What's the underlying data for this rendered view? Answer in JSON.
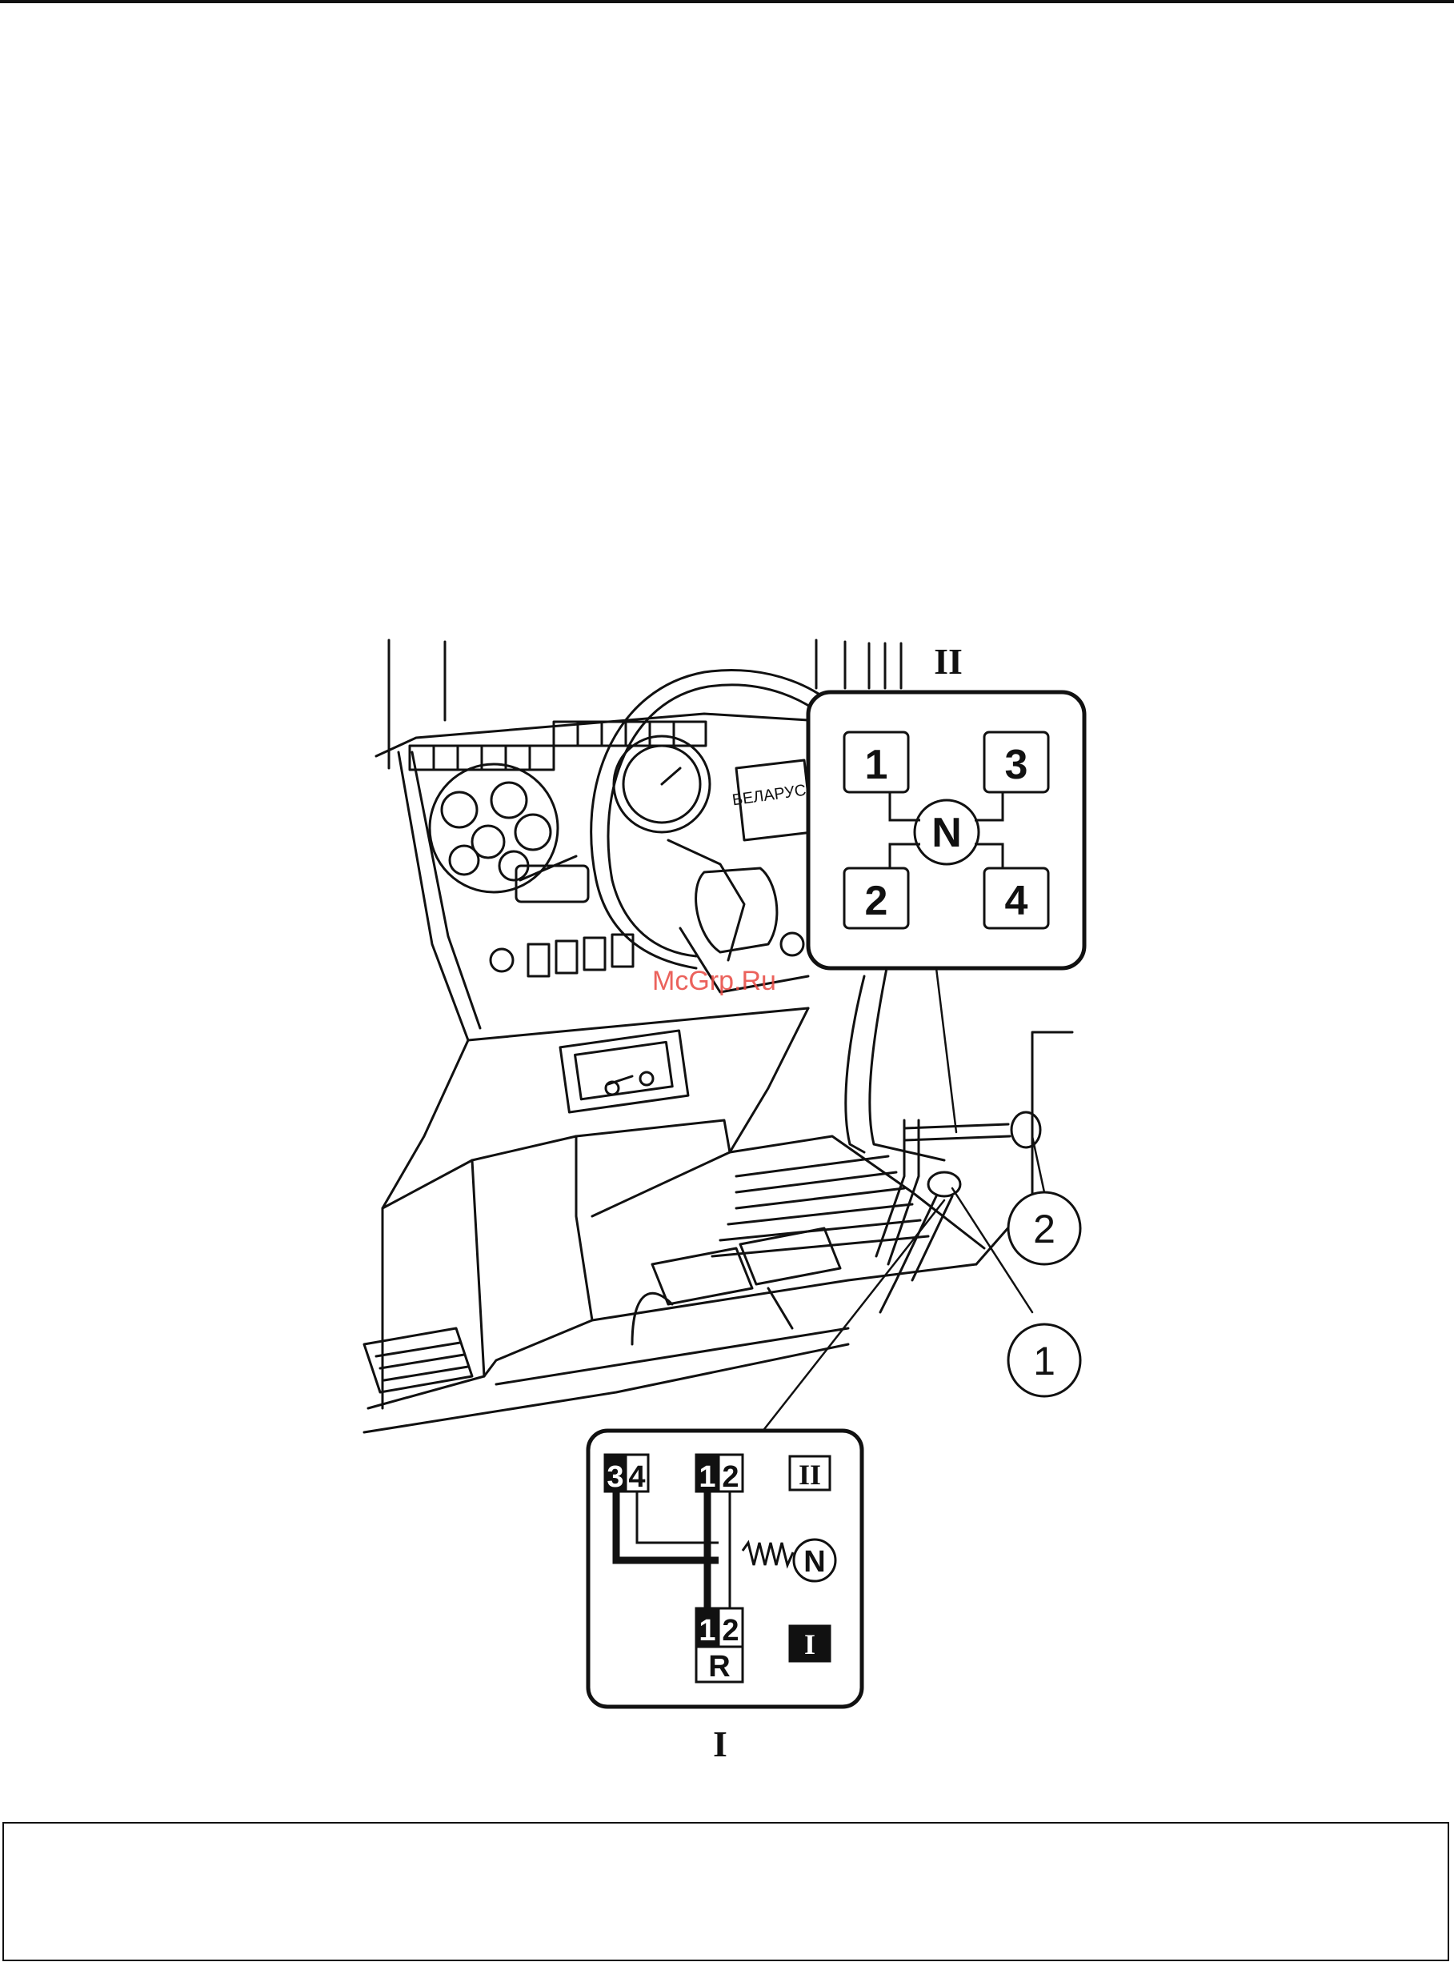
{
  "figure": {
    "view_label_top": "II",
    "view_label_bottom": "I",
    "callouts": [
      "1",
      "2"
    ],
    "watermark": "McGrp.Ru",
    "steering_logo": "БЕЛАРУС",
    "gear_range_pattern": {
      "gears": [
        "1",
        "3",
        "N",
        "2",
        "4"
      ]
    },
    "range_selector_pattern": {
      "top_left": [
        "3",
        "4"
      ],
      "top_right": [
        "1",
        "2"
      ],
      "bottom": [
        "1",
        "2"
      ],
      "reverse": "R",
      "neutral": "N",
      "range_high": "II",
      "range_low": "I"
    }
  },
  "colors": {
    "ink": "#111111",
    "watermark": "#e8473f",
    "paper": "#ffffff"
  }
}
